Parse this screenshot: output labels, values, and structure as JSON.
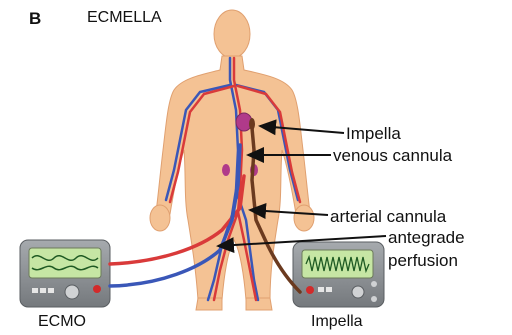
{
  "panel": {
    "letter": "B",
    "title": "ECMELLA"
  },
  "labels": {
    "impella_device": "Impella",
    "venous_cannula": "venous cannula",
    "arterial_cannula": "arterial cannula",
    "antegrade_line1": "antegrade",
    "antegrade_line2": "perfusion",
    "ecmo_console": "ECMO",
    "impella_console": "Impella"
  },
  "colors": {
    "skin": "#f4c294",
    "skin_outline": "#e0a070",
    "artery": "#d93a3a",
    "vein": "#3a57b8",
    "impella_catheter": "#6b3a1f",
    "console_body": "#8e9296",
    "console_screen": "#c6e6a4",
    "arrow": "#111111"
  }
}
